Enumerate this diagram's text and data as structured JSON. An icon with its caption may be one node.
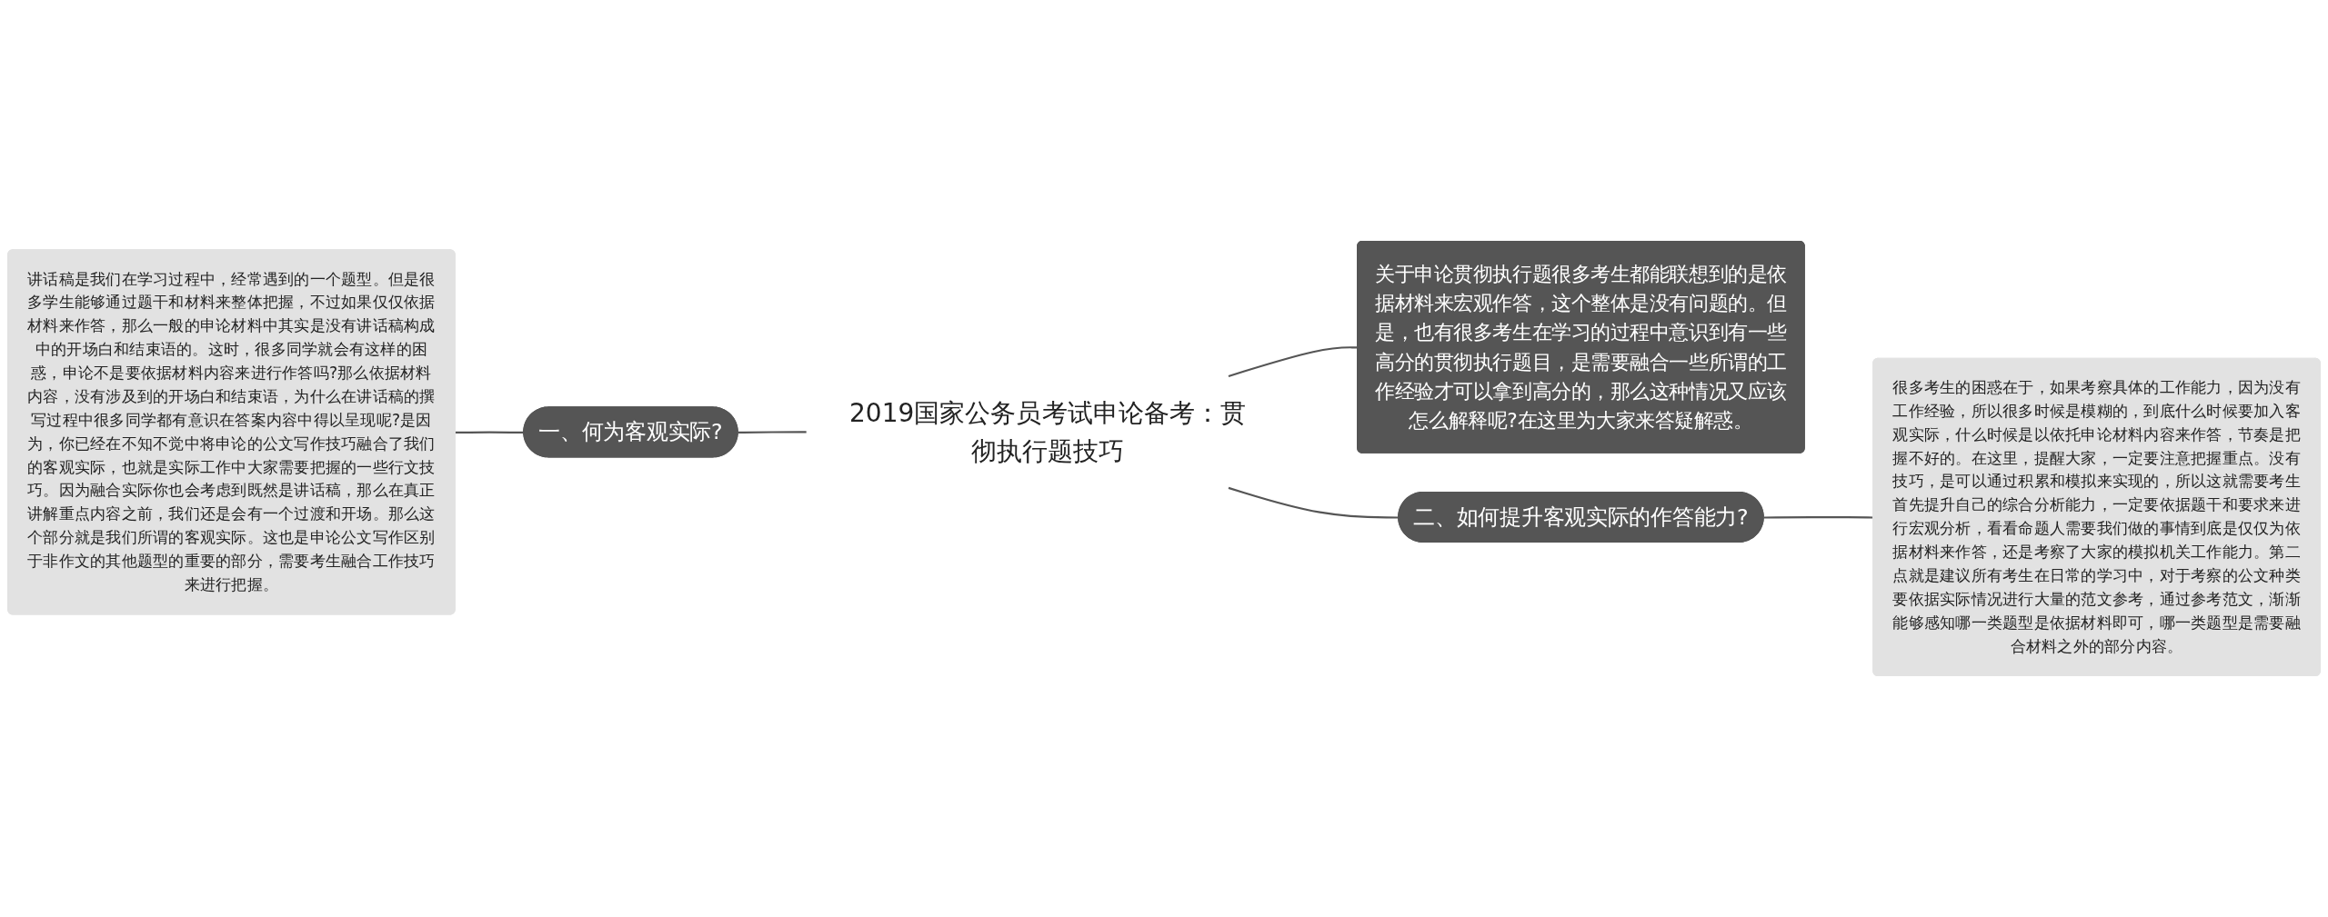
{
  "diagram": {
    "nodes": [
      {
        "text": [
          "2019国家公务员考试申论备考：贯彻执行题技巧"
        ]
      },
      {
        "text": [
          "关于申论贯彻执行题很多考生都能联想到的是依据材料来宏观作答，这个整体是没有问题的。但是，也有很多考生在学习的过程中意识到有一些高分的贯彻执行题目，是需要融合一些所谓的工作经验才可以拿到高分的，那么这种情况又应该怎么解释呢?在这里为大家来答疑解惑。"
        ]
      },
      {
        "text": [
          "一、何为客观实际?"
        ]
      },
      {
        "text": [
          "讲话稿是我们在学习过程中，经常遇到的一个题型。但是很多学生能够通过题干和材料来整体把握，不过如果仅仅依据材料来作答，那么一般的申论材料中其实是没有讲话稿构成中的开场白和结束语的。这时，很多同学就会有这样的困惑，申论不是要依据材料内容来进行作答吗?那么依据材料内容，没有涉及到的开场白和结束语，为什么在讲话稿的撰写过程中很多同学都有意识在答案内容中得以呈现呢?是因为，你已经在不知不觉中将申论的公文写作技巧融合了我们的客观实际，也就是实际工作中大家需要把握的一些行文技巧。因为融合实际你也会考虑到既然是讲话稿，那么在真正讲解重点内容之前，我们还是会有一个过渡和开场。那么这个部分就是我们所谓的客观实际。这也是申论公文写作区别于非作文的其他题型的重要的部分，需要考生融合工作技巧来进行把握。"
        ]
      },
      {
        "text": [
          "二、如何提升客观实际的作答能力?"
        ]
      },
      {
        "text": [
          "很多考生的困惑在于，如果考察具体的工作能力，因为没有工作经验，所以很多时候是模糊的，到底什么时候要加入客观实际，什么时候是以依托申论材料内容来作答，节奏是把握不好的。在这里，提醒大家，一定要注意把握重点。没有技巧，是可以通过积累和模拟来实现的，所以这就需要考生首先提升自己的综合分析能力，一定要依据题干和要求来进行宏观分析，看看命题人需要我们做的事情到底是仅仅为依据材料来作答，还是考察了大家的模拟机关工作能力。第二点就是建议所有考生在日常的学习中，对于考察的公文种类要依据实际情况进行大量的范文参考，通过参考范文，渐渐能够感知哪一类题型是依据材料即可，哪一类题型是需要融合材料之外的部分内容。"
        ]
      }
    ],
    "edges": [
      {
        "from": 3,
        "to": 2,
        "arrow": "none"
      },
      {
        "from": 2,
        "to": 0,
        "arrow": "none"
      },
      {
        "from": 0,
        "to": 1,
        "arrow": "none"
      },
      {
        "from": 0,
        "to": 4,
        "arrow": "none"
      },
      {
        "from": 4,
        "to": 5,
        "arrow": "none"
      }
    ]
  }
}
